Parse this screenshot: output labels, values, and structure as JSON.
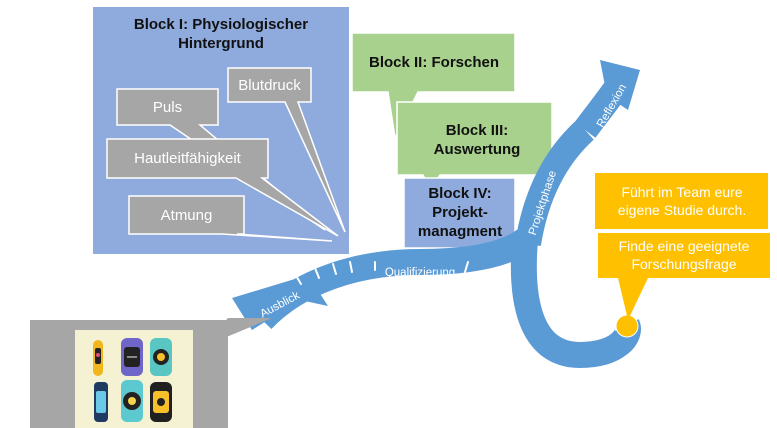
{
  "blocks": {
    "block1": "Block I: Physiologischer Hintergrund",
    "block2": "Block II: Forschen",
    "block3": "Block III: Auswertung",
    "block4": "Block IV: Projekt-managment"
  },
  "measures": [
    "Blutdruck",
    "Puls",
    "Hautleitfähigkeit",
    "Atmung"
  ],
  "path_labels": {
    "ausblick": "Ausblick",
    "qualifizierung": "Qualifizierung",
    "projektphase": "Projektphase",
    "reflexion": "Reflexion"
  },
  "tasks": {
    "task1": "Führt im Team eure eigene Studie durch.",
    "task2": "Finde eine geeignete Forschungsfrage"
  },
  "colors": {
    "blue_block": "#8faadc",
    "green_block": "#a9d18e",
    "gray_callout": "#a6a6a6",
    "path_blue": "#5b9bd5",
    "yellow": "#ffc000"
  }
}
